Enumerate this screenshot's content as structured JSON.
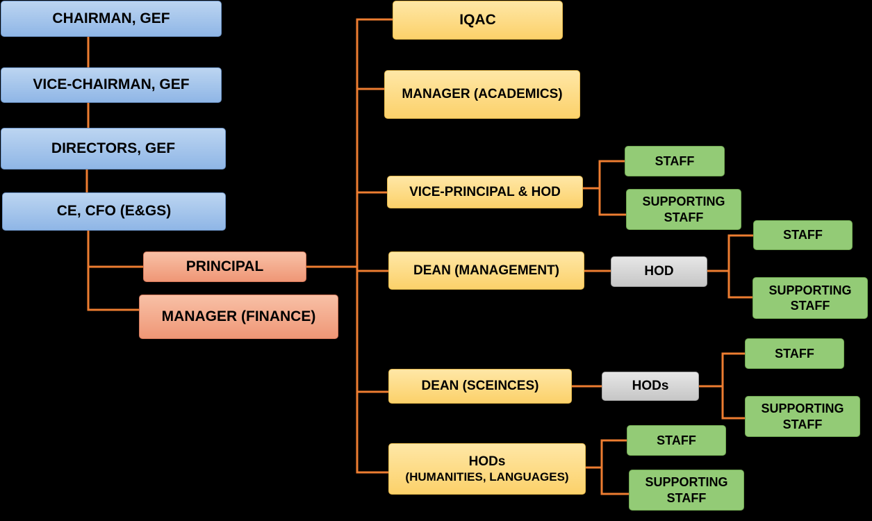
{
  "leadership": {
    "chairman": "CHAIRMAN, GEF",
    "vice_chairman": "VICE-CHAIRMAN, GEF",
    "directors": "DIRECTORS, GEF",
    "ce_cfo": "CE, CFO (E&GS)"
  },
  "principal": "PRINCIPAL",
  "manager_finance": "MANAGER (FINANCE)",
  "units": {
    "iqac": "IQAC",
    "manager_academics": "MANAGER (ACADEMICS)",
    "vice_principal": "VICE-PRINCIPAL & HOD",
    "dean_management": "DEAN (MANAGEMENT)",
    "dean_sciences": "DEAN (SCEINCES)",
    "hods_humanities_line1": "HODs",
    "hods_humanities_line2": "(HUMANITIES, LANGUAGES)"
  },
  "heads": {
    "management_hod": "HOD",
    "sciences_hods": "HODs"
  },
  "staff": {
    "staff_label": "STAFF",
    "supporting_line1": "SUPPORTING",
    "supporting_line2": "STAFF"
  },
  "colors": {
    "leadership": "#9dc3e6",
    "principal_finance": "#f4a582",
    "units": "#ffd966",
    "hods": "#d9d9d9",
    "staff": "#93cb76",
    "connector": "#ed7d31",
    "background": "#000000"
  }
}
